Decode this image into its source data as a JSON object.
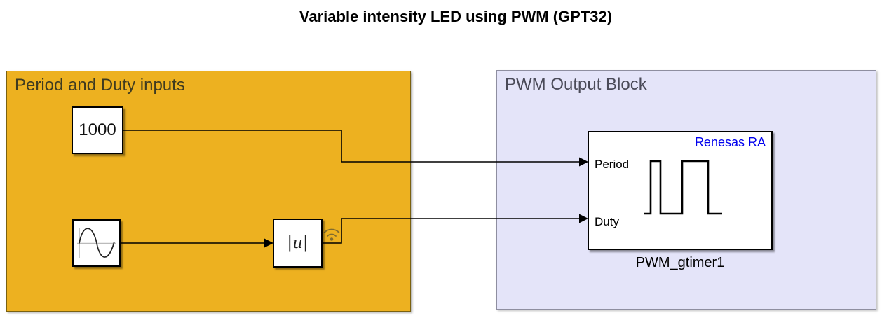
{
  "title": "Variable intensity LED using PWM (GPT32)",
  "areas": {
    "inputs": {
      "label": "Period and Duty inputs",
      "fill": "#EDB120",
      "border": "#7A6110"
    },
    "output": {
      "label": "PWM Output Block",
      "fill": "#E4E4F9",
      "border": "#8E8EA0"
    }
  },
  "blocks": {
    "constant": {
      "value": "1000"
    },
    "sine": {
      "icon": "sine-wave-icon"
    },
    "abs": {
      "label": "|u|"
    },
    "pwm": {
      "brand": "Renesas RA",
      "brand_color": "#0000EE",
      "port_labels": [
        "Period",
        "Duty"
      ],
      "name": "PWM_gtimer1",
      "icon": "pwm-waveform-icon"
    }
  },
  "badges": {
    "signal_logging": {
      "icon": "wifi-icon"
    }
  },
  "colors": {
    "wire": "#000000",
    "block_fill": "#FFFFFF",
    "block_border": "#000000",
    "title_text": "#000000"
  }
}
